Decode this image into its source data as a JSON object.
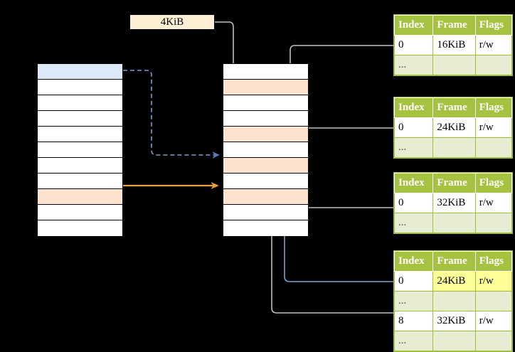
{
  "diagram": {
    "title_label": {
      "text": "4KiB"
    },
    "colors": {
      "blue_row": "#DCE9F9",
      "orange_row": "#FDE3CD",
      "header_green": "#A5C340",
      "ellipsis_green": "#E6EDD3",
      "highlight_yellow": "#FFFF99",
      "label_cream": "#FCEFD3",
      "wire_gray": "#BFBFBF",
      "wire_blue": "#6B8FC7",
      "wire_orange": "#E8A33D"
    },
    "left_table": {
      "name": "page-directory",
      "rows": [
        {
          "style": "blue"
        },
        {
          "style": "plain"
        },
        {
          "style": "plain"
        },
        {
          "style": "plain"
        },
        {
          "style": "plain"
        },
        {
          "style": "plain"
        },
        {
          "style": "plain"
        },
        {
          "style": "plain"
        },
        {
          "style": "orange"
        },
        {
          "style": "plain"
        },
        {
          "style": "plain"
        }
      ]
    },
    "middle_table": {
      "name": "page-table",
      "rows": [
        {
          "style": "plain"
        },
        {
          "style": "orange"
        },
        {
          "style": "plain"
        },
        {
          "style": "plain"
        },
        {
          "style": "orange"
        },
        {
          "style": "plain"
        },
        {
          "style": "orange"
        },
        {
          "style": "plain"
        },
        {
          "style": "orange"
        },
        {
          "style": "plain"
        },
        {
          "style": "plain"
        }
      ]
    },
    "page_tables": [
      {
        "name": "page-table-1",
        "headers": [
          "Index",
          "Frame",
          "Flags"
        ],
        "rows": [
          {
            "kind": "data",
            "cells": [
              "0",
              "16KiB",
              "r/w"
            ],
            "highlight": [
              false,
              false,
              false
            ]
          },
          {
            "kind": "ellipsis",
            "cells": [
              "...",
              "",
              ""
            ],
            "highlight": [
              false,
              false,
              false
            ]
          }
        ]
      },
      {
        "name": "page-table-2",
        "headers": [
          "Index",
          "Frame",
          "Flags"
        ],
        "rows": [
          {
            "kind": "data",
            "cells": [
              "0",
              "24KiB",
              "r/w"
            ],
            "highlight": [
              false,
              false,
              false
            ]
          },
          {
            "kind": "ellipsis",
            "cells": [
              "...",
              "",
              ""
            ],
            "highlight": [
              false,
              false,
              false
            ]
          }
        ]
      },
      {
        "name": "page-table-3",
        "headers": [
          "Index",
          "Frame",
          "Flags"
        ],
        "rows": [
          {
            "kind": "data",
            "cells": [
              "0",
              "32KiB",
              "r/w"
            ],
            "highlight": [
              false,
              false,
              false
            ]
          },
          {
            "kind": "ellipsis",
            "cells": [
              "...",
              "",
              ""
            ],
            "highlight": [
              false,
              false,
              false
            ]
          }
        ]
      },
      {
        "name": "page-table-4",
        "headers": [
          "Index",
          "Frame",
          "Flags"
        ],
        "rows": [
          {
            "kind": "data",
            "cells": [
              "0",
              "24KiB",
              "r/w"
            ],
            "highlight": [
              false,
              true,
              true
            ]
          },
          {
            "kind": "ellipsis",
            "cells": [
              "...",
              "",
              ""
            ],
            "highlight": [
              false,
              false,
              false
            ]
          },
          {
            "kind": "data",
            "cells": [
              "8",
              "32KiB",
              "r/w"
            ],
            "highlight": [
              false,
              false,
              false
            ]
          },
          {
            "kind": "ellipsis",
            "cells": [
              "...",
              "",
              ""
            ],
            "highlight": [
              false,
              false,
              false
            ]
          }
        ]
      }
    ]
  }
}
